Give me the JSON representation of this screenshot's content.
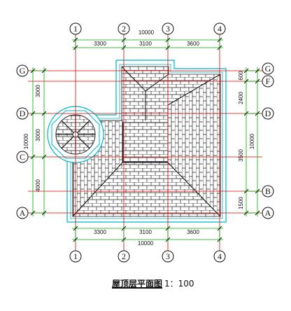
{
  "drawing": {
    "title": "屋顶层平面图",
    "scale": "1：100"
  },
  "column_axes": [
    "1",
    "2",
    "3",
    "4"
  ],
  "row_axes": [
    "G",
    "F",
    "D",
    "C",
    "B",
    "A"
  ],
  "top_dimensions": {
    "segments": [
      "3300",
      "3100",
      "3600"
    ],
    "total": "10000"
  },
  "bottom_dimensions": {
    "segments": [
      "3300",
      "3100",
      "3600"
    ],
    "total": "10000"
  },
  "left_dimensions": {
    "segments": [
      "3000",
      "3000",
      "4000"
    ],
    "total": "10000"
  },
  "right_dimensions": {
    "segments": [
      "600",
      "2400",
      "3500",
      "1500"
    ],
    "total": "10000"
  },
  "colors": {
    "axis_line": "#dd0000",
    "roof_outline": "#00b4c8",
    "dimension_line": "#00aa00",
    "tile": "#222222"
  }
}
